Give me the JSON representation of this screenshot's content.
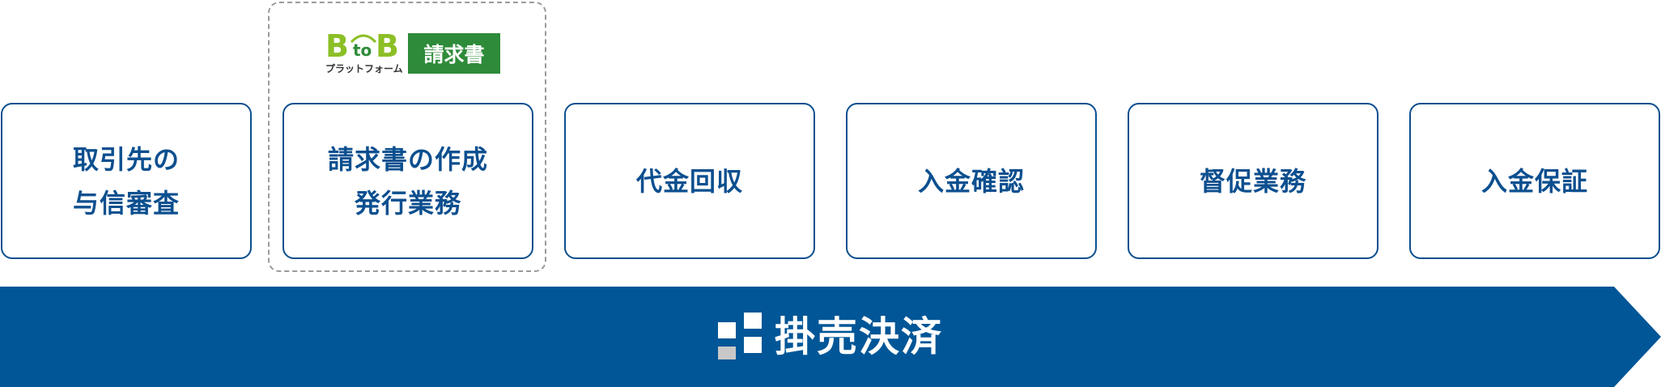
{
  "logo": {
    "b1": "B",
    "to": "to",
    "b2": "B",
    "subtitle": "プラットフォーム",
    "badge": "請求書"
  },
  "steps": [
    {
      "label": "取引先の\n与信審査"
    },
    {
      "label": "請求書の作成\n発行業務"
    },
    {
      "label": "代金回収"
    },
    {
      "label": "入金確認"
    },
    {
      "label": "督促業務"
    },
    {
      "label": "入金保証"
    }
  ],
  "banner": {
    "label": "掛売決済"
  },
  "colors": {
    "primary": "#0c4f8f",
    "banner": "#005697",
    "logo_green": "#2e8b3a",
    "logo_light_green": "#8cbf26",
    "icon_gray": "#c8c8c8"
  }
}
